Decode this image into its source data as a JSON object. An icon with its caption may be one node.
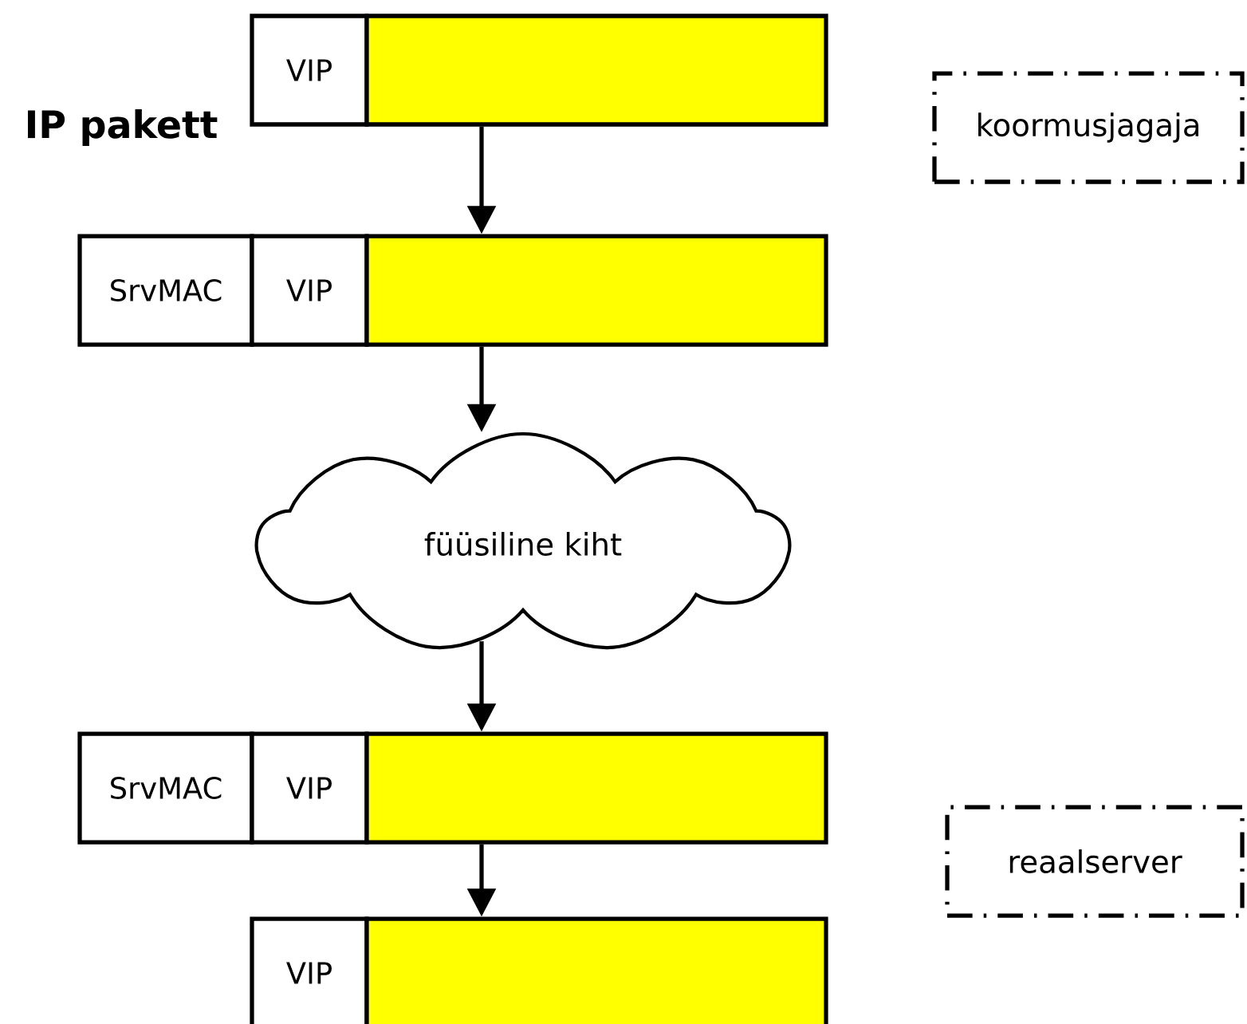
{
  "diagram": {
    "nodes": [
      {
        "text": [
          "VIP"
        ]
      },
      {
        "text": [],
        "shape": "box"
      },
      {
        "text": [
          "SrvMAC"
        ]
      },
      {
        "text": [
          "VIP"
        ]
      },
      {
        "text": [],
        "shape": "box"
      },
      {
        "text": [
          "füüsiline kiht"
        ]
      },
      {
        "text": [
          "SrvMAC"
        ]
      },
      {
        "text": [
          "VIP"
        ]
      },
      {
        "text": [],
        "shape": "box"
      },
      {
        "text": [
          "VIP"
        ]
      },
      {
        "text": [],
        "shape": "box"
      },
      {
        "text": [
          "koormusjagaja"
        ]
      },
      {
        "text": [
          "reaalserver"
        ]
      }
    ],
    "edges": [
      {
        "from": 1,
        "to": 4,
        "arrow": "to"
      },
      {
        "from": 4,
        "to": 5,
        "arrow": "to"
      },
      {
        "from": 5,
        "to": 8,
        "arrow": "to"
      },
      {
        "from": 8,
        "to": 10,
        "arrow": "to"
      }
    ],
    "labels": [
      "IP pakett"
    ]
  }
}
